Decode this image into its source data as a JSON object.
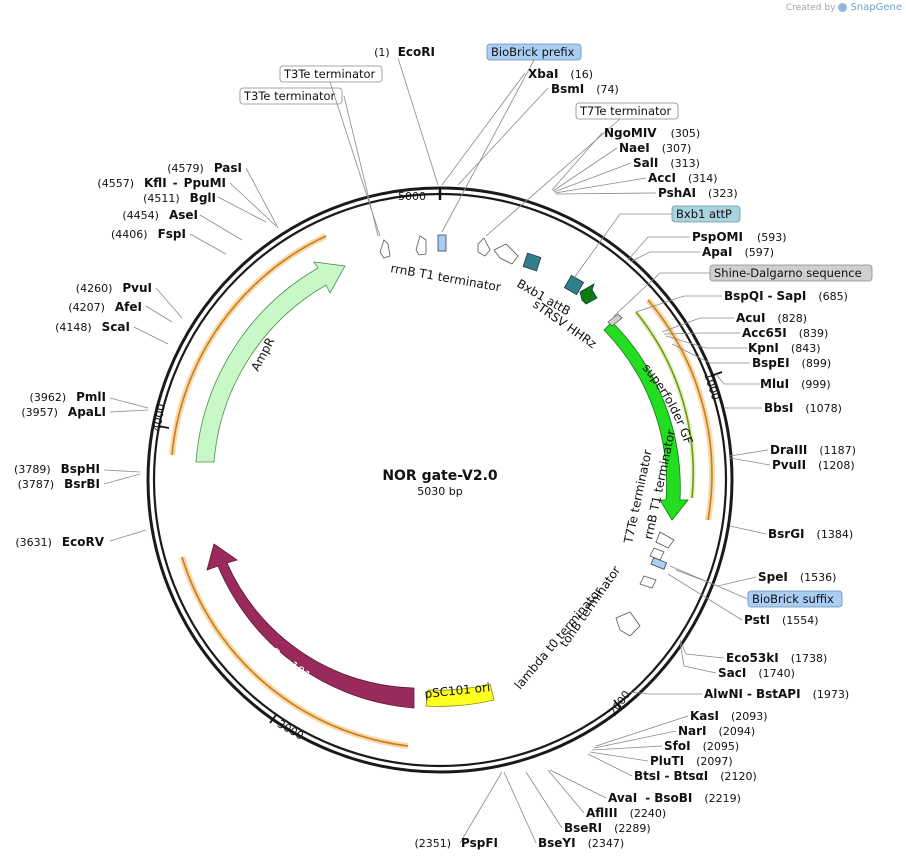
{
  "watermark": {
    "created_by": "Created by",
    "brand": "SnapGene"
  },
  "plasmid": {
    "name": "NOR gate-V2.0",
    "size": "5030 bp"
  },
  "ticks": [
    "1000",
    "2000",
    "3000",
    "4000",
    "5000"
  ],
  "enzymes": [
    {
      "name": "EcoRI",
      "pos": "(1)"
    },
    {
      "name": "XbaI",
      "pos": "(16)"
    },
    {
      "name": "BsmI",
      "pos": "(74)"
    },
    {
      "name": "NgoMIV",
      "pos": "(305)"
    },
    {
      "name": "NaeI",
      "pos": "(307)"
    },
    {
      "name": "SalI",
      "pos": "(313)"
    },
    {
      "name": "AccI",
      "pos": "(314)"
    },
    {
      "name": "PshAI",
      "pos": "(323)"
    },
    {
      "name": "PspOMI",
      "pos": "(593)"
    },
    {
      "name": "ApaI",
      "pos": "(597)"
    },
    {
      "name": "BspQI",
      "name2": "SapI",
      "pos": "(685)"
    },
    {
      "name": "AcuI",
      "pos": "(828)"
    },
    {
      "name": "Acc65I",
      "pos": "(839)"
    },
    {
      "name": "KpnI",
      "pos": "(843)"
    },
    {
      "name": "BspEI",
      "pos": "(899)"
    },
    {
      "name": "MluI",
      "pos": "(999)"
    },
    {
      "name": "BbsI",
      "pos": "(1078)"
    },
    {
      "name": "DraIII",
      "pos": "(1187)"
    },
    {
      "name": "PvuII",
      "pos": "(1208)"
    },
    {
      "name": "BsrGI",
      "pos": "(1384)"
    },
    {
      "name": "SpeI",
      "pos": "(1536)"
    },
    {
      "name": "PstI",
      "pos": "(1554)"
    },
    {
      "name": "Eco53kI",
      "pos": "(1738)"
    },
    {
      "name": "SacI",
      "pos": "(1740)"
    },
    {
      "name": "AlwNI",
      "name2": "BstAPI",
      "pos": "(1973)"
    },
    {
      "name": "KasI",
      "pos": "(2093)"
    },
    {
      "name": "NarI",
      "pos": "(2094)"
    },
    {
      "name": "SfoI",
      "pos": "(2095)"
    },
    {
      "name": "PluTI",
      "pos": "(2097)"
    },
    {
      "name": "BtsI",
      "name2": "BtsαI",
      "pos": "(2120)"
    },
    {
      "name": "AvaI",
      "name2": "BsoBI",
      "pos": "(2219)"
    },
    {
      "name": "AflIII",
      "pos": "(2240)"
    },
    {
      "name": "BseRI",
      "pos": "(2289)"
    },
    {
      "name": "BseYI",
      "pos": "(2347)"
    },
    {
      "name": "PspFI",
      "pos": "(2351)"
    },
    {
      "name": "EcoRV",
      "pos": "(3631)"
    },
    {
      "name": "BsrBI",
      "pos": "(3787)"
    },
    {
      "name": "BspHI",
      "pos": "(3789)"
    },
    {
      "name": "ApaLI",
      "pos": "(3957)"
    },
    {
      "name": "PmlI",
      "pos": "(3962)"
    },
    {
      "name": "ScaI",
      "pos": "(4148)"
    },
    {
      "name": "AfeI",
      "pos": "(4207)"
    },
    {
      "name": "PvuI",
      "pos": "(4260)"
    },
    {
      "name": "FspI",
      "pos": "(4406)"
    },
    {
      "name": "AseI",
      "pos": "(4454)"
    },
    {
      "name": "BglI",
      "pos": "(4511)"
    },
    {
      "name": "KflI",
      "name2": "PpuMI",
      "pos": "(4557)"
    },
    {
      "name": "PasI",
      "pos": "(4579)"
    }
  ],
  "boxed_labels": [
    {
      "text": "BioBrick prefix",
      "fill": "#a9cdf3"
    },
    {
      "text": "T3Te terminator",
      "fill": "#ffffff"
    },
    {
      "text": "T3Te terminator",
      "fill": "#ffffff"
    },
    {
      "text": "T7Te terminator",
      "fill": "#ffffff"
    },
    {
      "text": "Bxb1 attP",
      "fill": "#a9d3df"
    },
    {
      "text": "Shine-Dalgarno sequence",
      "fill": "#cfcfcf"
    },
    {
      "text": "BioBrick suffix",
      "fill": "#a9cdf3"
    }
  ],
  "features": [
    {
      "text": "rrnB T1 terminator"
    },
    {
      "text": "Bxb1 attB"
    },
    {
      "text": "sTRSV HHRz"
    },
    {
      "text": "superfolder GFP"
    },
    {
      "text": "T7Te terminator"
    },
    {
      "text": "rrnB T1 terminator"
    },
    {
      "text": "tonB terminator"
    },
    {
      "text": "lambda t0 terminator"
    },
    {
      "text": "pSC101 ori"
    },
    {
      "text": "Rep101"
    },
    {
      "text": "AmpR"
    }
  ],
  "colors": {
    "backbone": "#1a1a1a",
    "gfp": "#22dd22",
    "ampr": "#c8f7c8",
    "rep101": "#992a5b",
    "ori": "#ffff22",
    "orf": "#c87d1e",
    "attB": "#2f7f8f",
    "hhrz": "#0f7a0f"
  }
}
